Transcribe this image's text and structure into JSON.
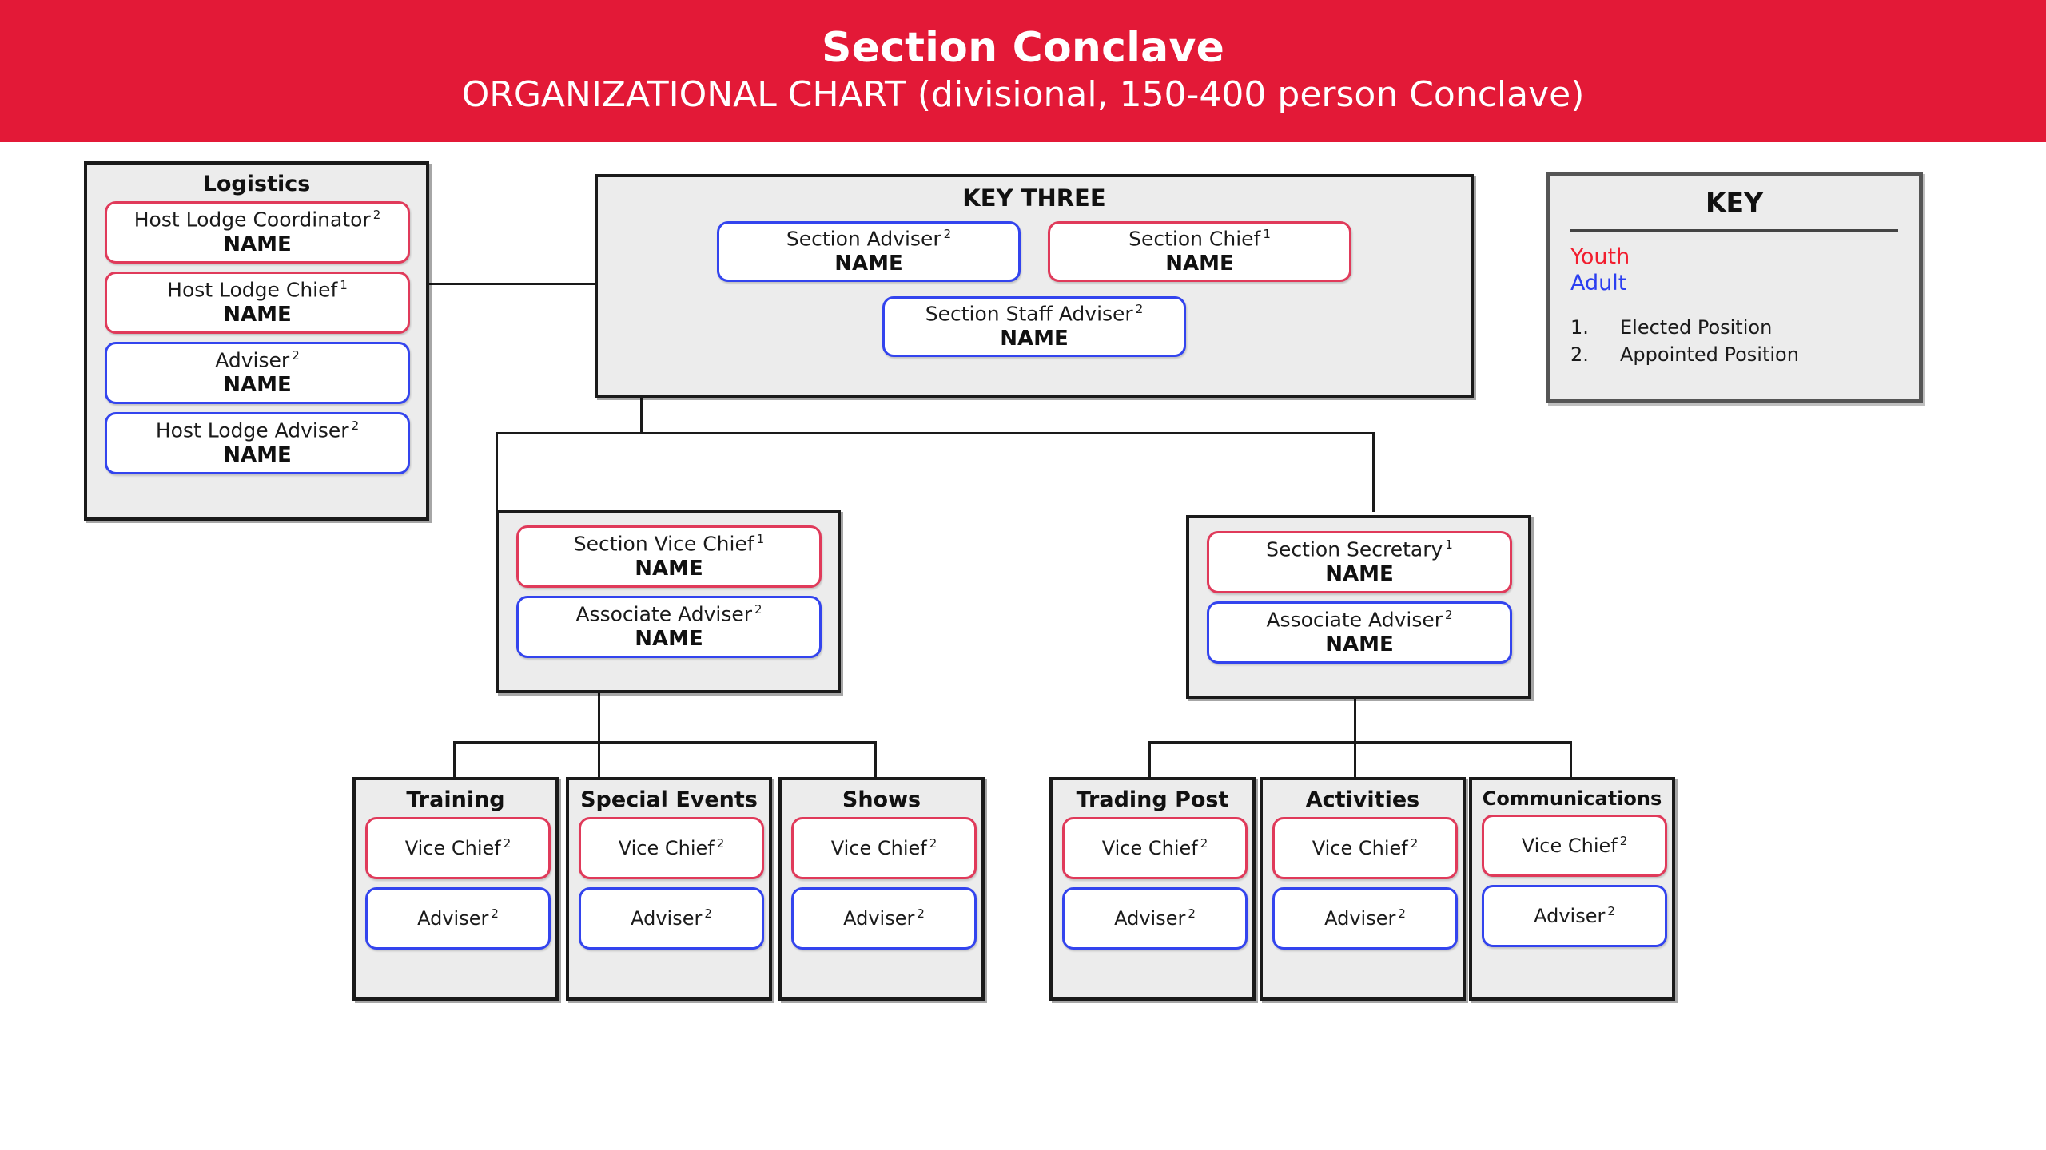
{
  "banner": {
    "title": "Section Conclave",
    "subtitle": "ORGANIZATIONAL CHART (divisional, 150-400 person Conclave)",
    "background_color": "#e31937"
  },
  "colors": {
    "youth": "#e03a5a",
    "adult": "#3344ee",
    "panel": "#ececec",
    "outline": "#1a1a1a"
  },
  "logistics": {
    "title": "Logistics",
    "roles": [
      {
        "title": "Host Lodge Coordinator",
        "sup": "2",
        "name": "NAME",
        "type": "youth"
      },
      {
        "title": "Host Lodge Chief",
        "sup": "1",
        "name": "NAME",
        "type": "youth"
      },
      {
        "title": "Adviser",
        "sup": "2",
        "name": "NAME",
        "type": "adult"
      },
      {
        "title": "Host Lodge Adviser",
        "sup": "2",
        "name": "NAME",
        "type": "adult"
      }
    ]
  },
  "key_three": {
    "title": "KEY THREE",
    "roles": [
      {
        "title": "Section Adviser",
        "sup": "2",
        "name": "NAME",
        "type": "adult"
      },
      {
        "title": "Section Chief",
        "sup": "1",
        "name": "NAME",
        "type": "youth"
      },
      {
        "title": "Section Staff Adviser",
        "sup": "2",
        "name": "NAME",
        "type": "adult"
      }
    ]
  },
  "branches": [
    {
      "id": "vice-chief",
      "roles": [
        {
          "title": "Section Vice Chief",
          "sup": "1",
          "name": "NAME",
          "type": "youth"
        },
        {
          "title": "Associate Adviser",
          "sup": "2",
          "name": "NAME",
          "type": "adult"
        }
      ],
      "committees": [
        {
          "title": "Training",
          "roles": [
            {
              "title": "Vice Chief",
              "sup": "2",
              "type": "youth"
            },
            {
              "title": "Adviser",
              "sup": "2",
              "type": "adult"
            }
          ]
        },
        {
          "title": "Special Events",
          "roles": [
            {
              "title": "Vice Chief",
              "sup": "2",
              "type": "youth"
            },
            {
              "title": "Adviser",
              "sup": "2",
              "type": "adult"
            }
          ]
        },
        {
          "title": "Shows",
          "roles": [
            {
              "title": "Vice Chief",
              "sup": "2",
              "type": "youth"
            },
            {
              "title": "Adviser",
              "sup": "2",
              "type": "adult"
            }
          ]
        }
      ]
    },
    {
      "id": "secretary",
      "roles": [
        {
          "title": "Section Secretary",
          "sup": "1",
          "name": "NAME",
          "type": "youth"
        },
        {
          "title": "Associate Adviser",
          "sup": "2",
          "name": "NAME",
          "type": "adult"
        }
      ],
      "committees": [
        {
          "title": "Trading Post",
          "roles": [
            {
              "title": "Vice Chief",
              "sup": "2",
              "type": "youth"
            },
            {
              "title": "Adviser",
              "sup": "2",
              "type": "adult"
            }
          ]
        },
        {
          "title": "Activities",
          "roles": [
            {
              "title": "Vice Chief",
              "sup": "2",
              "type": "youth"
            },
            {
              "title": "Adviser",
              "sup": "2",
              "type": "adult"
            }
          ]
        },
        {
          "title": "Communications",
          "roles": [
            {
              "title": "Vice Chief",
              "sup": "2",
              "type": "youth"
            },
            {
              "title": "Adviser",
              "sup": "2",
              "type": "adult"
            }
          ]
        }
      ]
    }
  ],
  "key_legend": {
    "title": "KEY",
    "youth_label": "Youth",
    "adult_label": "Adult",
    "items": [
      {
        "num": "1.",
        "label": "Elected Position"
      },
      {
        "num": "2.",
        "label": "Appointed Position"
      }
    ]
  }
}
